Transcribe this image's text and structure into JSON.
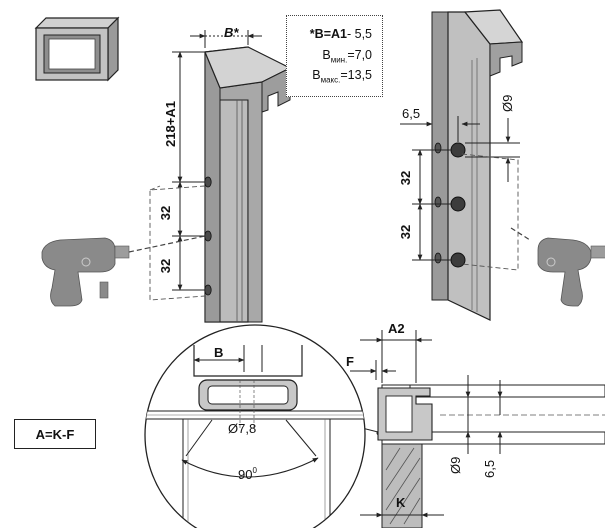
{
  "dimensions": {
    "b_star": "B*",
    "height": "218+A1",
    "pitch": "32",
    "hole_offset": "6,5",
    "hole_dia_label": "Ø9",
    "hole_dia_small": "Ø7,8",
    "angle": "90",
    "degree": "0",
    "b": "B",
    "f": "F",
    "a2": "A2",
    "k": "K"
  },
  "note": {
    "line1_prefix": "*B=",
    "line1_bold": "A1",
    "line1_suffix": "- 5,5",
    "line2_base": "B",
    "line2_sub": "мин.",
    "line2_value": "=7,0",
    "line3_base": "B",
    "line3_sub": "макс.",
    "line3_value": "=13,5"
  },
  "formula": "A=K-F",
  "colors": {
    "profile": "#b7b7b7",
    "profile_dark": "#8c8c8c",
    "drill": "#8a8a8a",
    "line": "#222222"
  },
  "icons": [
    "cabinet-icon",
    "drill-icon"
  ]
}
